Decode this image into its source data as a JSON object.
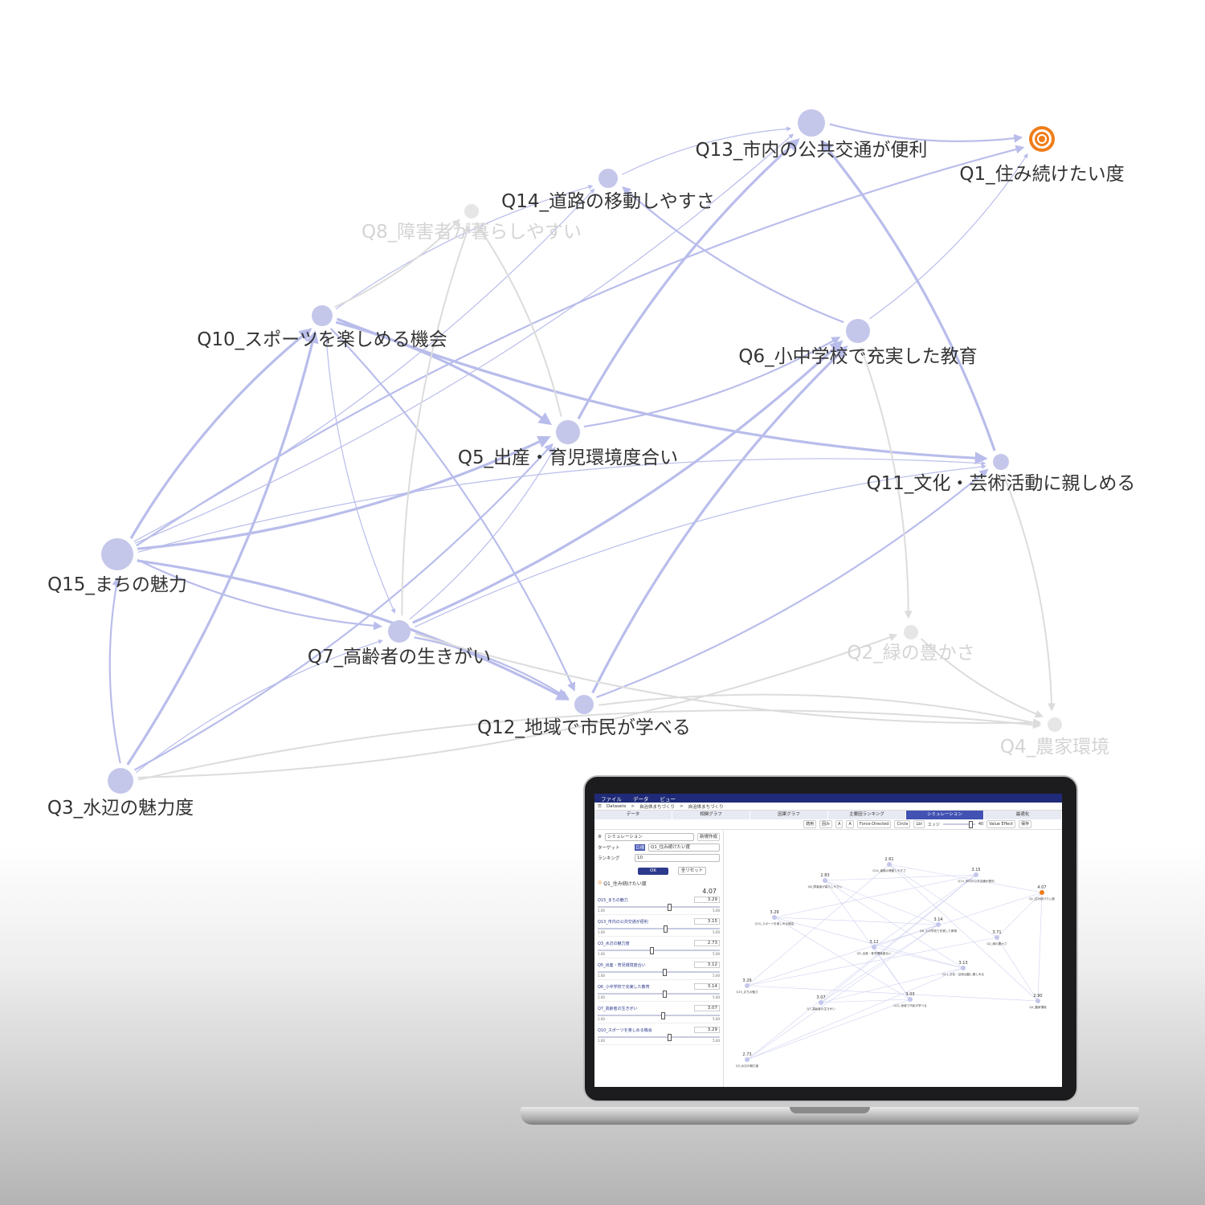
{
  "diagram": {
    "nodes": [
      {
        "id": "q13",
        "label": "Q13_市内の公共交通が便利",
        "active": true
      },
      {
        "id": "q1",
        "label": "Q1_住み続けたい度",
        "active": true,
        "target": true
      },
      {
        "id": "q14",
        "label": "Q14_道路の移動しやすさ",
        "active": true
      },
      {
        "id": "q8",
        "label": "Q8_障害者が暮らしやすい",
        "active": false
      },
      {
        "id": "q10",
        "label": "Q10_スポーツを楽しめる機会",
        "active": true
      },
      {
        "id": "q6",
        "label": "Q6_小中学校で充実した教育",
        "active": true
      },
      {
        "id": "q5",
        "label": "Q5_出産・育児環境度合い",
        "active": true
      },
      {
        "id": "q11",
        "label": "Q11_文化・芸術活動に親しめる",
        "active": true
      },
      {
        "id": "q15",
        "label": "Q15_まちの魅力",
        "active": true
      },
      {
        "id": "q7",
        "label": "Q7_高齢者の生きがい",
        "active": true
      },
      {
        "id": "q2",
        "label": "Q2_緑の豊かさ",
        "active": false
      },
      {
        "id": "q12",
        "label": "Q12_地域で市民が学べる",
        "active": true
      },
      {
        "id": "q4",
        "label": "Q4_農家環境",
        "active": false
      },
      {
        "id": "q3",
        "label": "Q3_水辺の魅力度",
        "active": true
      }
    ],
    "edges": [
      [
        "q14",
        "q13"
      ],
      [
        "q13",
        "q1"
      ],
      [
        "q15",
        "q10"
      ],
      [
        "q15",
        "q13"
      ],
      [
        "q15",
        "q1"
      ],
      [
        "q15",
        "q5"
      ],
      [
        "q15",
        "q11"
      ],
      [
        "q15",
        "q7"
      ],
      [
        "q15",
        "q12"
      ],
      [
        "q15",
        "q14"
      ],
      [
        "q3",
        "q15"
      ],
      [
        "q3",
        "q10"
      ],
      [
        "q3",
        "q7"
      ],
      [
        "q3",
        "q5"
      ],
      [
        "q10",
        "q5"
      ],
      [
        "q10",
        "q7"
      ],
      [
        "q10",
        "q12"
      ],
      [
        "q10",
        "q11"
      ],
      [
        "q10",
        "q14"
      ],
      [
        "q5",
        "q6"
      ],
      [
        "q5",
        "q13"
      ],
      [
        "q7",
        "q5"
      ],
      [
        "q7",
        "q12"
      ],
      [
        "q7",
        "q6"
      ],
      [
        "q7",
        "q11"
      ],
      [
        "q12",
        "q11"
      ],
      [
        "q12",
        "q6"
      ],
      [
        "q6",
        "q1"
      ],
      [
        "q6",
        "q14"
      ],
      [
        "q11",
        "q13"
      ],
      [
        "q7",
        "q8"
      ],
      [
        "q3",
        "q2"
      ],
      [
        "q3",
        "q4"
      ],
      [
        "q2",
        "q4"
      ],
      [
        "q11",
        "q4"
      ],
      [
        "q10",
        "q8"
      ],
      [
        "q6",
        "q2"
      ],
      [
        "q7",
        "q4"
      ],
      [
        "q12",
        "q4"
      ],
      [
        "q5",
        "q8"
      ]
    ],
    "colors": {
      "active_node": "#c4c7ea",
      "inactive_node": "#e6e6e6",
      "active_edge": "#b9bdeb",
      "inactive_edge": "#dcdcdc",
      "target": "#f07d1a",
      "active_text": "#333333",
      "inactive_text": "#d4d4d4"
    }
  },
  "app": {
    "menu": [
      "ファイル",
      "データ",
      "ビュー"
    ],
    "breadcrumb": [
      "Datasets",
      ">",
      "自治体まちづくり",
      ">",
      "自治体まちづくり"
    ],
    "tabs": [
      "データ",
      "相関グラフ",
      "因果グラフ",
      "主要因ランキング",
      "シミュレーション",
      "最適化"
    ],
    "active_tab": 4,
    "toolbar": {
      "buttons": [
        "適用",
        "固み",
        "A",
        "A",
        "Force-Directed",
        "Circle",
        "Lbl"
      ],
      "edge_label": "エッジ",
      "edge_value": "40",
      "value_effect": "Value Effect",
      "save": "保存"
    },
    "panel": {
      "title": "シミュレーション",
      "new_button": "新規作成",
      "target_label": "ターゲット",
      "target_tag": "目標",
      "target_value": "Q1_住み続けたい度",
      "ranking_label": "ランキング",
      "ranking_value": "10",
      "ok": "OK",
      "reset": "全リセット",
      "result_name": "Q1_住み続けたい度",
      "result_value": "4.07",
      "vars": [
        {
          "name": "Q15_まちの魅力",
          "value": "3.29",
          "min": "1.00",
          "max": "5.00",
          "level": 0.57
        },
        {
          "name": "Q13_市内の公共交通が便利",
          "value": "3.15",
          "min": "1.00",
          "max": "5.00",
          "level": 0.54
        },
        {
          "name": "Q3_水辺の魅力度",
          "value": "2.73",
          "min": "1.00",
          "max": "5.00",
          "level": 0.43
        },
        {
          "name": "Q5_出産・育児環境度合い",
          "value": "3.12",
          "min": "1.00",
          "max": "5.00",
          "level": 0.53
        },
        {
          "name": "Q6_小中学校で充実した教育",
          "value": "3.14",
          "min": "1.00",
          "max": "5.00",
          "level": 0.53
        },
        {
          "name": "Q7_高齢者の生きがい",
          "value": "3.07",
          "min": "1.00",
          "max": "5.00",
          "level": 0.52
        },
        {
          "name": "Q10_スポーツを楽しめる機会",
          "value": "3.29",
          "min": "1.00",
          "max": "5.00",
          "level": 0.57
        }
      ]
    },
    "mini_graph": [
      {
        "id": "q14",
        "label": "Q14_道路の移動しやすさ",
        "value": "2.61"
      },
      {
        "id": "q8",
        "label": "Q8_障害者が暮らしやすい",
        "value": "2.83"
      },
      {
        "id": "q13",
        "label": "Q13_市内の公共交通が便利",
        "value": "3.15"
      },
      {
        "id": "q1",
        "label": "Q1_住み続けたい度",
        "value": "4.07"
      },
      {
        "id": "q10",
        "label": "Q10_スポーツを楽しめる機会",
        "value": "3.29"
      },
      {
        "id": "q6",
        "label": "Q6_小中学校で充実した教育",
        "value": "3.14"
      },
      {
        "id": "q2",
        "label": "Q2_緑の豊かさ",
        "value": "3.71"
      },
      {
        "id": "q5",
        "label": "Q5_出産・育児環境度合い",
        "value": "3.12"
      },
      {
        "id": "q11",
        "label": "Q11_文化・芸術活動に親しめる",
        "value": "3.13"
      },
      {
        "id": "q15",
        "label": "Q15_まちの魅力",
        "value": "3.29"
      },
      {
        "id": "q7",
        "label": "Q7_高齢者の生きがい",
        "value": "3.07"
      },
      {
        "id": "q12",
        "label": "Q12_地域で市民が学べる",
        "value": "3.03"
      },
      {
        "id": "q4",
        "label": "Q4_農家環境",
        "value": "2.90"
      },
      {
        "id": "q3",
        "label": "Q3_水辺の魅力度",
        "value": "2.73"
      }
    ]
  }
}
